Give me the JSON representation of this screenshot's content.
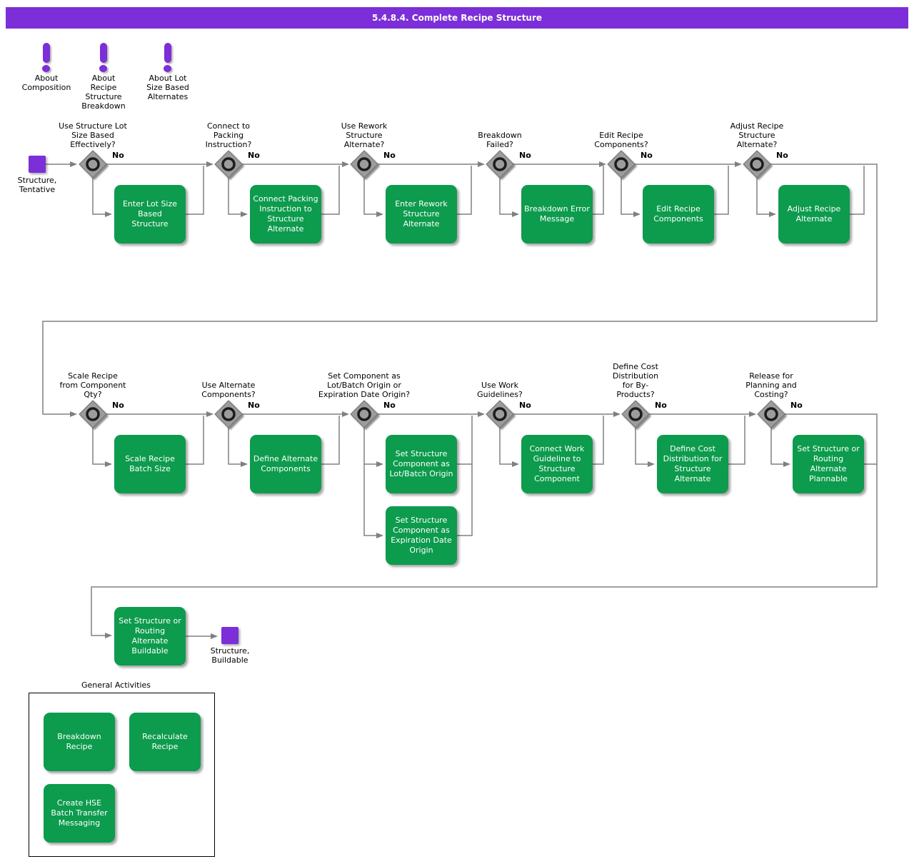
{
  "title": "5.4.8.4. Complete Recipe Structure",
  "no_label": "No",
  "colors": {
    "title_bar": "#7c2ed8",
    "activity_green": "#0d9b4d",
    "connector_gray": "#808080",
    "gateway_gray": "#9c9c9c"
  },
  "about_notes": [
    {
      "label": "About\nComposition"
    },
    {
      "label": "About\nRecipe\nStructure\nBreakdown"
    },
    {
      "label": "About Lot\nSize Based\nAlternates"
    }
  ],
  "start_node": {
    "label": "Structure,\nTentative"
  },
  "end_node": {
    "label": "Structure,\nBuildable"
  },
  "decisions": [
    {
      "question": "Use Structure Lot\nSize Based\nEffectively?",
      "activity": "Enter Lot Size\nBased\nStructure"
    },
    {
      "question": "Connect to\nPacking\nInstruction?",
      "activity": "Connect Packing\nInstruction to\nStructure\nAlternate"
    },
    {
      "question": "Use Rework\nStructure\nAlternate?",
      "activity": "Enter Rework\nStructure\nAlternate"
    },
    {
      "question": "Breakdown\nFailed?",
      "activity": "Breakdown Error\nMessage"
    },
    {
      "question": "Edit Recipe\nComponents?",
      "activity": "Edit Recipe\nComponents"
    },
    {
      "question": "Adjust Recipe\nStructure\nAlternate?",
      "activity": "Adjust Recipe\nAlternate"
    },
    {
      "question": "Scale Recipe\nfrom Component\nQty?",
      "activity": "Scale Recipe\nBatch Size"
    },
    {
      "question": "Use Alternate\nComponents?",
      "activity": "Define Alternate\nComponents"
    },
    {
      "question": "Set Component as\nLot/Batch Origin or\nExpiration Date Origin?",
      "activity": "Set Structure\nComponent as\nLot/Batch Origin",
      "activity2": "Set Structure\nComponent as\nExpiration Date\nOrigin"
    },
    {
      "question": "Use Work\nGuidelines?",
      "activity": "Connect Work\nGuideline to\nStructure\nComponent"
    },
    {
      "question": "Define Cost\nDistribution\nfor By-\nProducts?",
      "activity": "Define Cost\nDistribution for\nStructure\nAlternate"
    },
    {
      "question": "Release for\nPlanning and\nCosting?",
      "activity": "Set Structure or\nRouting\nAlternate\nPlannable"
    }
  ],
  "final_activity": {
    "label": "Set Structure or\nRouting\nAlternate\nBuildable"
  },
  "general": {
    "title": "General Activities",
    "items": [
      {
        "label": "Breakdown\nRecipe"
      },
      {
        "label": "Recalculate\nRecipe"
      },
      {
        "label": "Create HSE\nBatch Transfer\nMessaging"
      }
    ]
  }
}
